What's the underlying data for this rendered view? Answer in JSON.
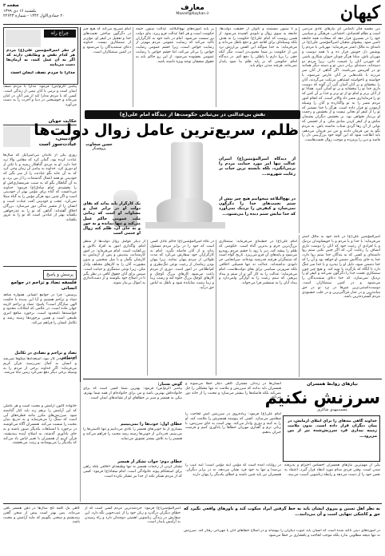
{
  "header": {
    "logo": "كيهان",
    "page_label": "صفحه ۲",
    "date_line": "یکشنبه ۱۶ دی ۱۳۹۹",
    "issue_line": "۲۰ جمادی‌الاول ۱۴۴۲ - شماره ۲۲۶۴۳",
    "section": "معارف",
    "email": "Maaref@Kayhan.ir"
  },
  "left_col": {
    "title1": "چراغ راه",
    "quote_bold": "از نظر امیرالمؤمنین علی(ع) مردم هر کدام نقش و وظایفی دارند که اگر به آن عمل کنند، به آرمان‌ها دست می‌یابند",
    "quote_sub": "مدارا با مردم نصف ایمان است",
    "title2": "حکایت خوبان",
    "sub2": "خودبینی، عبادت‌سوز است",
    "title3": "پرسش و پاسخ",
    "sub3": "فلسفه تضاد و تزاحم در جوامع انسانی",
    "sub4": "تضاد و تزاحم و تضادی در تکامل اجتماعی"
  },
  "feature": {
    "headline_top": "نقش بی‌عدالتی در بی‌ثباتی حکومت‌ها از دیدگاه امام علی(ع)",
    "headline_main": "ظلم، سریع‌ترین عامل زوال دولت‌ها",
    "author": "حسن سخاوت",
    "author_sub": "پژوهشگر",
    "callout_right": "از دیدگاه امیرالمؤمنین(ع) امیران عدالت تنها امر مورد حمایت مردم را برمی‌انگیزد، بلکه بایسته ترین حیات بر رعایت شهروند...",
    "callout_mid": "در نهج‌البلاغه میخوانیم هیچ چیز بیش از ستم نعمت‌های خدا را دگرگون نمی‌سازد و کیفرش را نزدیک نمی‌آورد که خدا نیایش ستم دیده را می‌شنود...",
    "callout_left": "یک کارگزار باید بداند که بقای دولت او در برابر عدل و مساوات او است که زمانی ملت عمومی حاکم عمل می‌کند و تنها بمانده و به جور و به جای آن، ظلم کند زوال او حتمی است"
  },
  "lower": {
    "kicker": "نیازهای روابط همسران",
    "headline": "سرزنش نکنیم",
    "author": "محمدمهدی شاکری",
    "box_quote": "خداوند گاهی بندهای را برای ابتلای آزمایش، در میان دیگران قرار داده است. بدون ملامت زمینه بیداری فرد سرزنش‌شده نیز از بین می‌رود...",
    "hadith_heading": "گوش بسپار:",
    "subhead1": "خطای اول: خوب‌ها را نمی‌بینیم",
    "subhead2": "خطای دوم: جواب تشکر از همسر",
    "bottom_bold": "به نظر اهل تسنن و پیروی ایشان باید به خط گرفتن ایراد سکوت کند و باورهای واقعی نگیرد که حق و کاشکی تنهایی است و آن می‌دانند..."
  }
}
